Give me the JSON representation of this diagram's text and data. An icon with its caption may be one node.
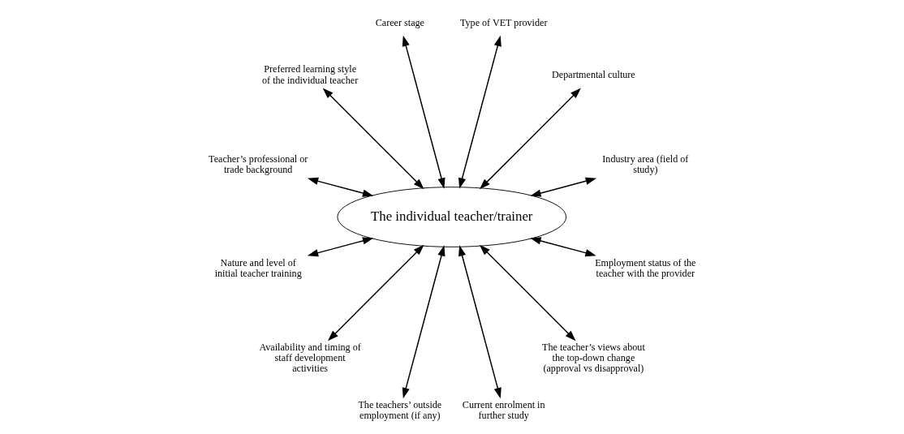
{
  "diagram": {
    "nodes": [
      {
        "text": [
          "The individual teacher/trainer"
        ]
      },
      {
        "text": [
          "Industry area (field of study)"
        ]
      },
      {
        "text": [
          "Departmental culture"
        ]
      },
      {
        "text": [
          "Type of VET provider"
        ]
      },
      {
        "text": [
          "Career stage"
        ]
      },
      {
        "text": [
          "Preferred learning style of the individual teacher"
        ]
      },
      {
        "text": [
          "Teacher’s professional or trade background"
        ]
      },
      {
        "text": [
          "Nature and level of initial teacher training"
        ]
      },
      {
        "text": [
          "Availability and timing of staff development activities"
        ]
      },
      {
        "text": [
          "The teachers’ outside employment (if any)"
        ]
      },
      {
        "text": [
          "Current enrolment in further study"
        ]
      },
      {
        "text": [
          "The teacher’s views about the top-down change (approval vs disapproval)"
        ]
      },
      {
        "text": [
          "Employment status of the teacher with the provider"
        ]
      }
    ],
    "edges": [
      {
        "from": 0,
        "to": 1,
        "arrow": "both"
      },
      {
        "from": 0,
        "to": 2,
        "arrow": "both"
      },
      {
        "from": 0,
        "to": 3,
        "arrow": "both"
      },
      {
        "from": 0,
        "to": 4,
        "arrow": "both"
      },
      {
        "from": 0,
        "to": 5,
        "arrow": "both"
      },
      {
        "from": 0,
        "to": 6,
        "arrow": "both"
      },
      {
        "from": 0,
        "to": 7,
        "arrow": "both"
      },
      {
        "from": 0,
        "to": 8,
        "arrow": "both"
      },
      {
        "from": 0,
        "to": 9,
        "arrow": "both"
      },
      {
        "from": 0,
        "to": 10,
        "arrow": "both"
      },
      {
        "from": 0,
        "to": 11,
        "arrow": "both"
      },
      {
        "from": 0,
        "to": 12,
        "arrow": "both"
      }
    ]
  }
}
